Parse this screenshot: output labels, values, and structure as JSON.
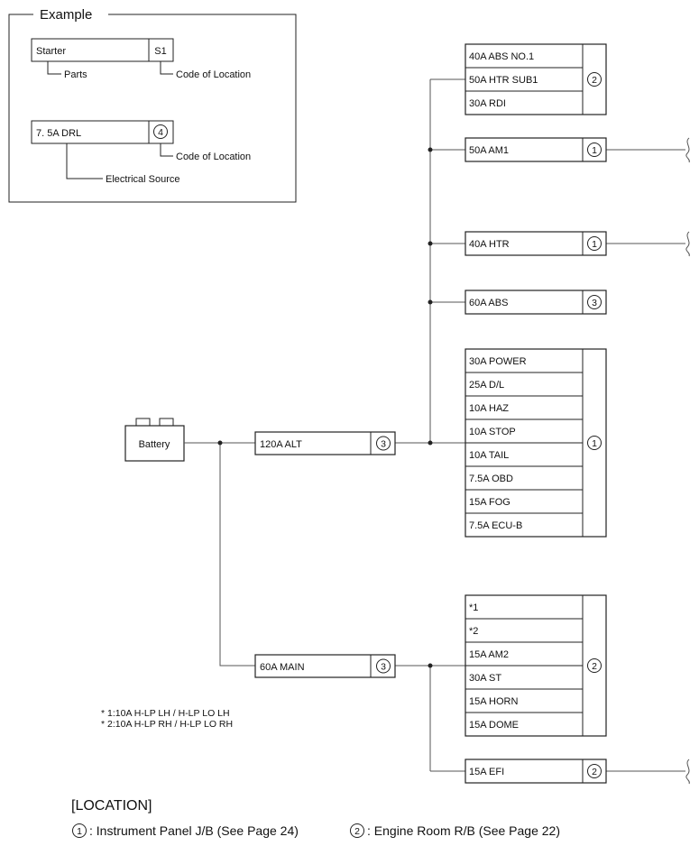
{
  "example": {
    "title": "Example",
    "part_box": {
      "label": "Starter",
      "code": "S1"
    },
    "parts_caption": "Parts",
    "code_caption_1": "Code of Location",
    "fuse_box": {
      "label": "7. 5A DRL",
      "code": "4"
    },
    "code_caption_2": "Code of Location",
    "source_caption": "Electrical Source"
  },
  "battery": {
    "label": "Battery"
  },
  "main_fuses": [
    {
      "label": "120A ALT",
      "code": "3"
    },
    {
      "label": "60A MAIN",
      "code": "3"
    }
  ],
  "alt_branch": {
    "groups": [
      {
        "code": "2",
        "fuses": [
          "40A ABS NO.1",
          "50A HTR SUB1",
          "30A RDI"
        ]
      },
      {
        "code": "1",
        "fuses": [
          "50A AM1"
        ]
      },
      {
        "code": "1",
        "fuses": [
          "40A HTR"
        ]
      },
      {
        "code": "3",
        "fuses": [
          "60A ABS"
        ]
      },
      {
        "code": "1",
        "fuses": [
          "30A POWER",
          "25A D/L",
          "10A HAZ",
          "10A STOP",
          "10A TAIL",
          "7.5A OBD",
          "15A FOG",
          "7.5A ECU-B"
        ]
      }
    ]
  },
  "main_branch": {
    "groups": [
      {
        "code": "2",
        "fuses": [
          "*1",
          "*2",
          "15A AM2",
          "30A ST",
          "15A HORN",
          "15A DOME"
        ]
      },
      {
        "code": "2",
        "fuses": [
          "15A EFI"
        ]
      }
    ]
  },
  "notes": [
    "* 1:10A H-LP LH / H-LP LO LH",
    "* 2:10A H-LP RH / H-LP LO RH"
  ],
  "location": {
    "title": "[LOCATION]",
    "items": [
      {
        "code": "1",
        "text": ": Instrument Panel J/B (See Page 24)"
      },
      {
        "code": "2",
        "text": ": Engine Room R/B (See Page 22)"
      }
    ]
  }
}
